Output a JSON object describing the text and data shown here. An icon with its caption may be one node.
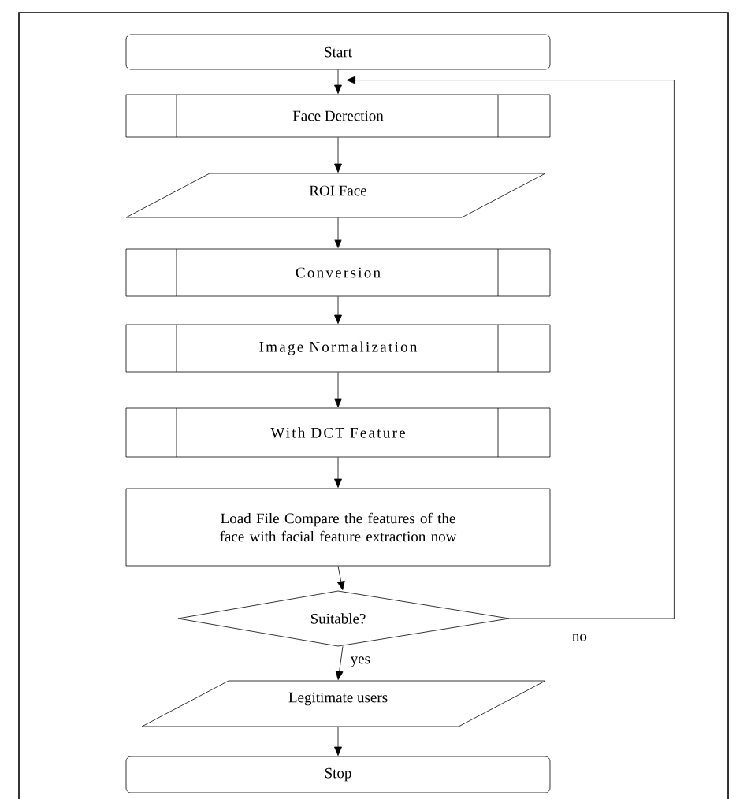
{
  "diagram": {
    "nodes": [
      {
        "text": [
          "Start"
        ]
      },
      {
        "text": [
          "Face Derection"
        ]
      },
      {
        "text": [
          "ROI Face"
        ]
      },
      {
        "text": [
          "Conversion"
        ]
      },
      {
        "text": [
          "Image Normalization"
        ]
      },
      {
        "text": [
          "With DCT Feature"
        ]
      },
      {
        "text": [
          "Load File Compare the features of the face with facial feature extraction now"
        ]
      },
      {
        "text": [
          "Suitable?"
        ]
      },
      {
        "text": [
          "Legitimate users"
        ]
      },
      {
        "text": [
          "Stop"
        ]
      }
    ],
    "edges": [
      {
        "from": 0,
        "to": 1,
        "arrow": "to"
      },
      {
        "from": 1,
        "to": 2,
        "arrow": "to"
      },
      {
        "from": 2,
        "to": 3,
        "arrow": "to"
      },
      {
        "from": 3,
        "to": 4,
        "arrow": "to"
      },
      {
        "from": 4,
        "to": 5,
        "arrow": "to"
      },
      {
        "from": 5,
        "to": 6,
        "arrow": "to"
      },
      {
        "from": 6,
        "to": 7,
        "arrow": "to"
      },
      {
        "from": 7,
        "to": 8,
        "arrow": "to",
        "label": "yes"
      },
      {
        "from": 7,
        "to": 1,
        "arrow": "to",
        "label": "no"
      },
      {
        "from": 8,
        "to": 9,
        "arrow": "to"
      }
    ]
  }
}
